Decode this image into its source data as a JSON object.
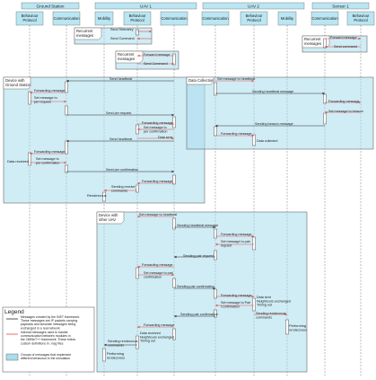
{
  "colors": {
    "accent": "#7fd6ea",
    "lane_box": "#b9e6f2",
    "group_fill": "#a9dcec",
    "inet_arrow": "#2b2b2b",
    "internal_arrow": "#e04b4b",
    "frame_line": "#6a6a6a"
  },
  "nodes": [
    {
      "label": "Ground Station",
      "children": [
        "Behaviour\nProtocol",
        "Communication"
      ]
    },
    {
      "label": "UAV 1",
      "children": [
        "Mobility",
        "Behaviour\nProtocol",
        "Communication"
      ]
    },
    {
      "label": "UAV 2",
      "children": [
        "Communication",
        "Behaviour\nProtocol",
        "Mobility"
      ]
    },
    {
      "label": "Sensor 1",
      "children": [
        "Communication",
        "Behaviour\nProtocol"
      ]
    }
  ],
  "groups": [
    {
      "label": "Recurrent\nmessages"
    },
    {
      "label": "Recurrent\nmessages"
    },
    {
      "label": "Recurrent\nmessages"
    },
    {
      "label": "Device with\nGround Station"
    },
    {
      "label": "Data Collection"
    },
    {
      "label": "Device with\nother UAV"
    }
  ],
  "messages": [
    "Send Telemetry",
    "Send Command",
    "Forward message",
    "Send Command",
    "Forward message",
    "Send command",
    "Send heartbeat",
    "Forwarding message",
    "Set message to\nper request",
    "Send per request",
    "Forwarding message",
    "Set message to\nper confirmation",
    "Data sent",
    "Send heartbeat",
    "Forwarding message",
    "Set message to\nper confirmation",
    "Send per confirmation",
    "Forwarding message",
    "Sending receive\ncommands",
    "Set message to heartbeat",
    "Sending heartbeat message",
    "Forwarding message",
    "Set message to beacon",
    "Sending beacon message",
    "Forwarding message",
    "Data collected",
    "Set message to heartbeat",
    "Sending heartbeat message",
    "Forwarding message",
    "Set message to  pair\nrequest",
    "Sending pair request",
    "Forwarding message",
    "Set message to pair\nconfirmation",
    "Sending pair confirmation",
    "Forwarding message",
    "Set message to Pair\nConfirmation",
    "Sending pair confirmation",
    "Sending rendezvous\ncommands",
    "Forwarding message",
    "Sending rendezvous\ncommands",
    "Data sent\nNeighbours exchanged\nTiming out",
    "Data received\nNeighbours exchanged\nTiming out"
  ],
  "notes": [
    "Data received",
    "Rendezvous",
    "Performing\nrendezvous",
    "Performing\nrendezvous"
  ],
  "legend": {
    "title": "Legend",
    "items": [
      "Messages created by the INET framework.\nThese messages are IP packets carrying\npayloads and simulate messages being\nexchanged in a real network",
      "Internal messages used to handle\ncommunication between modules in\nthe OMNeT++ framework. These follow\ncustom definitions in .msg files",
      "Groups of messages that implement\ndifferent behaviour in the simulation"
    ]
  }
}
